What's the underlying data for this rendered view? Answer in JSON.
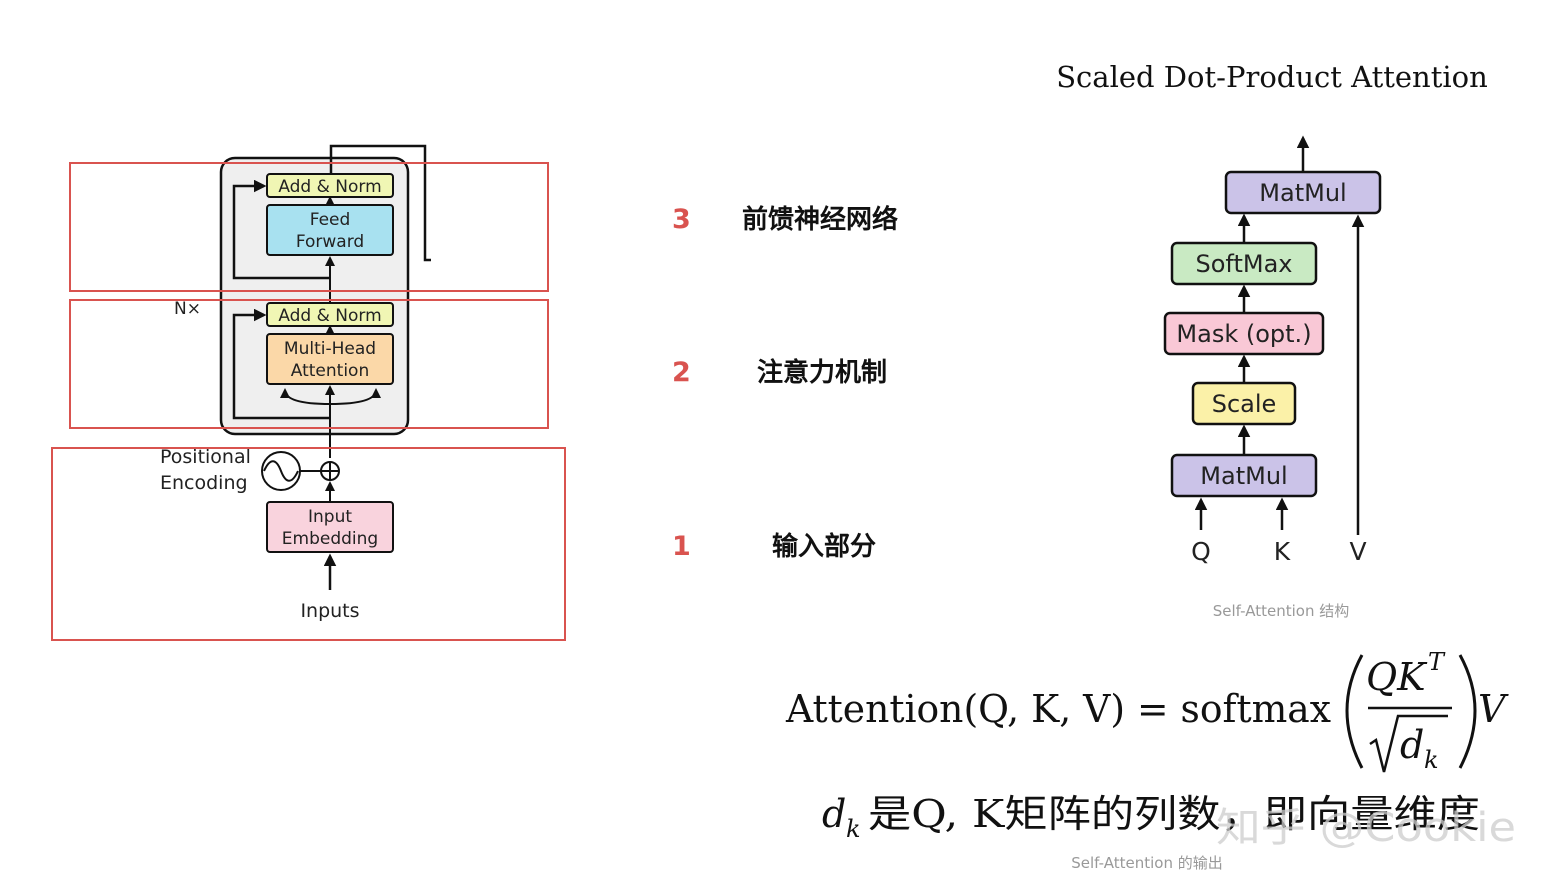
{
  "encoder": {
    "add_norm_top": "Add & Norm",
    "feed_forward_line1": "Feed",
    "feed_forward_line2": "Forward",
    "add_norm_mid": "Add & Norm",
    "mha_line1": "Multi-Head",
    "mha_line2": "Attention",
    "nx_label": "N×",
    "pos_enc_line1": "Positional",
    "pos_enc_line2": "Encoding",
    "input_emb_line1": "Input",
    "input_emb_line2": "Embedding",
    "inputs_label": "Inputs"
  },
  "steps": [
    {
      "num": "3",
      "label": "前馈神经网络"
    },
    {
      "num": "2",
      "label": "注意力机制"
    },
    {
      "num": "1",
      "label": "输入部分"
    }
  ],
  "sdpa": {
    "title": "Scaled Dot-Product Attention",
    "matmul_top": "MatMul",
    "softmax": "SoftMax",
    "mask": "Mask (opt.)",
    "scale": "Scale",
    "matmul_bottom": "MatMul",
    "q": "Q",
    "k": "K",
    "v": "V",
    "caption": "Self-Attention 结构"
  },
  "formula": {
    "lhs": "Attention(Q, K, V) = softmax",
    "numerator": "QK",
    "numerator_sup": "T",
    "denominator": "d",
    "denominator_sub": "k",
    "tail": "V",
    "note_d": "d",
    "note_sub": "k",
    "note_text": "是Q, K矩阵的列数，即向量维度",
    "caption": "Self-Attention 的输出"
  },
  "watermark": "知乎 @Cookie",
  "colors": {
    "add_norm": "#f0f6b4",
    "feed_forward": "#a8e1f0",
    "mha": "#fbd8a8",
    "input_emb": "#f9d3dd",
    "matmul": "#cbc3e8",
    "softmax": "#c9eac3",
    "mask": "#f9c8d6",
    "scale": "#fbf1a8",
    "highlight_box": "#d9534f",
    "step_number": "#d9534f"
  }
}
